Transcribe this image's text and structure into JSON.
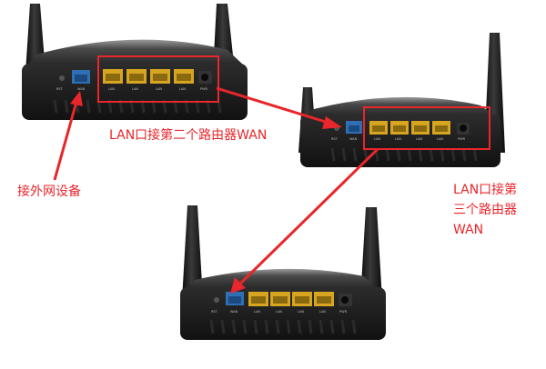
{
  "labels": {
    "lan_to_second_wan": "LAN口接第二个路由器WAN",
    "external_device": "接外网设备",
    "lan_to_third_wan_l1": "LAN口接第",
    "lan_to_third_wan_l2": "三个路由器",
    "lan_to_third_wan_l3": "WAN"
  },
  "port_labels": {
    "rst": "RST",
    "wan": "WAN",
    "lan": "LAN",
    "pwr": "PWR"
  },
  "colors": {
    "annotation_red": "#e8262b",
    "router_body": "#1c1c1c",
    "router_top": "#3a3a3a",
    "wan_port": "#2f6fb3",
    "lan_port": "#d8a520",
    "antenna": "#151515"
  }
}
